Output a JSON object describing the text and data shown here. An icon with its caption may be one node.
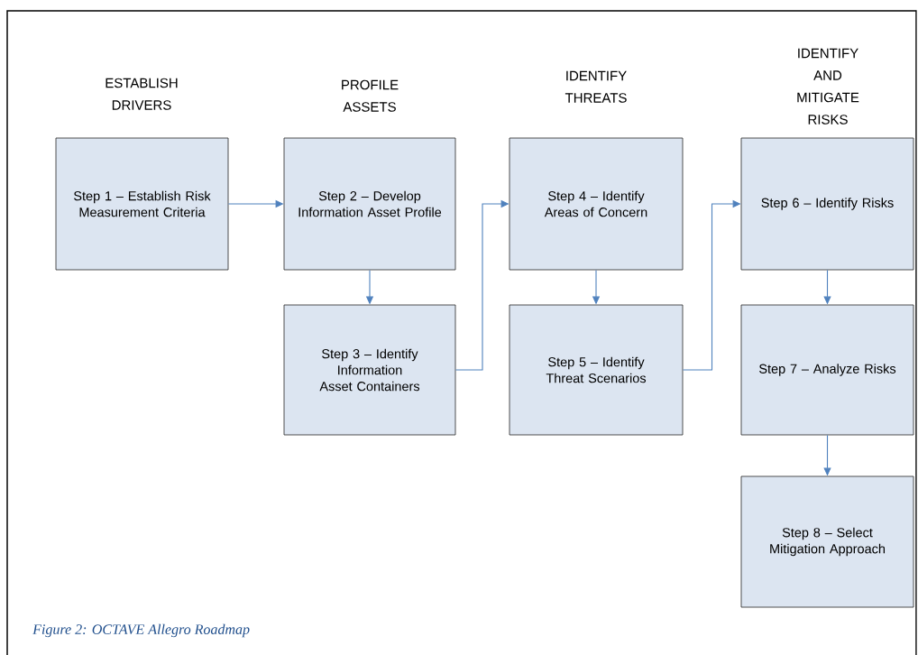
{
  "diagram": {
    "caption": "Figure 2:    OCTAVE Allegro Roadmap",
    "nodes": [
      {
        "text": [
          "Step 1 – Establish Risk Measurement Criteria"
        ]
      },
      {
        "text": [
          "Step 2 – Develop Information Asset Profile"
        ]
      },
      {
        "text": [
          "Step 3 – Identify Information Asset Containers"
        ]
      },
      {
        "text": [
          "Step 4 – Identify Areas of Concern"
        ]
      },
      {
        "text": [
          "Step 5 – Identify Threat Scenarios"
        ]
      },
      {
        "text": [
          "Step 6 – Identify Risks"
        ]
      },
      {
        "text": [
          "Step 7 – Analyze Risks"
        ]
      },
      {
        "text": [
          "Step 8 – Select Mitigation Approach"
        ]
      }
    ],
    "edges": [
      {
        "from": 0,
        "to": 1,
        "arrow": "to"
      },
      {
        "from": 1,
        "to": 2,
        "arrow": "to"
      },
      {
        "from": 2,
        "to": 3,
        "arrow": "to"
      },
      {
        "from": 3,
        "to": 4,
        "arrow": "to"
      },
      {
        "from": 4,
        "to": 5,
        "arrow": "to"
      },
      {
        "from": 5,
        "to": 6,
        "arrow": "to"
      },
      {
        "from": 6,
        "to": 7,
        "arrow": "to"
      }
    ],
    "labels": [
      "ESTABLISH DRIVERS",
      "PROFILE ASSETS",
      "IDENTIFY THREATS",
      "IDENTIFY AND MITIGATE RISKS"
    ]
  }
}
